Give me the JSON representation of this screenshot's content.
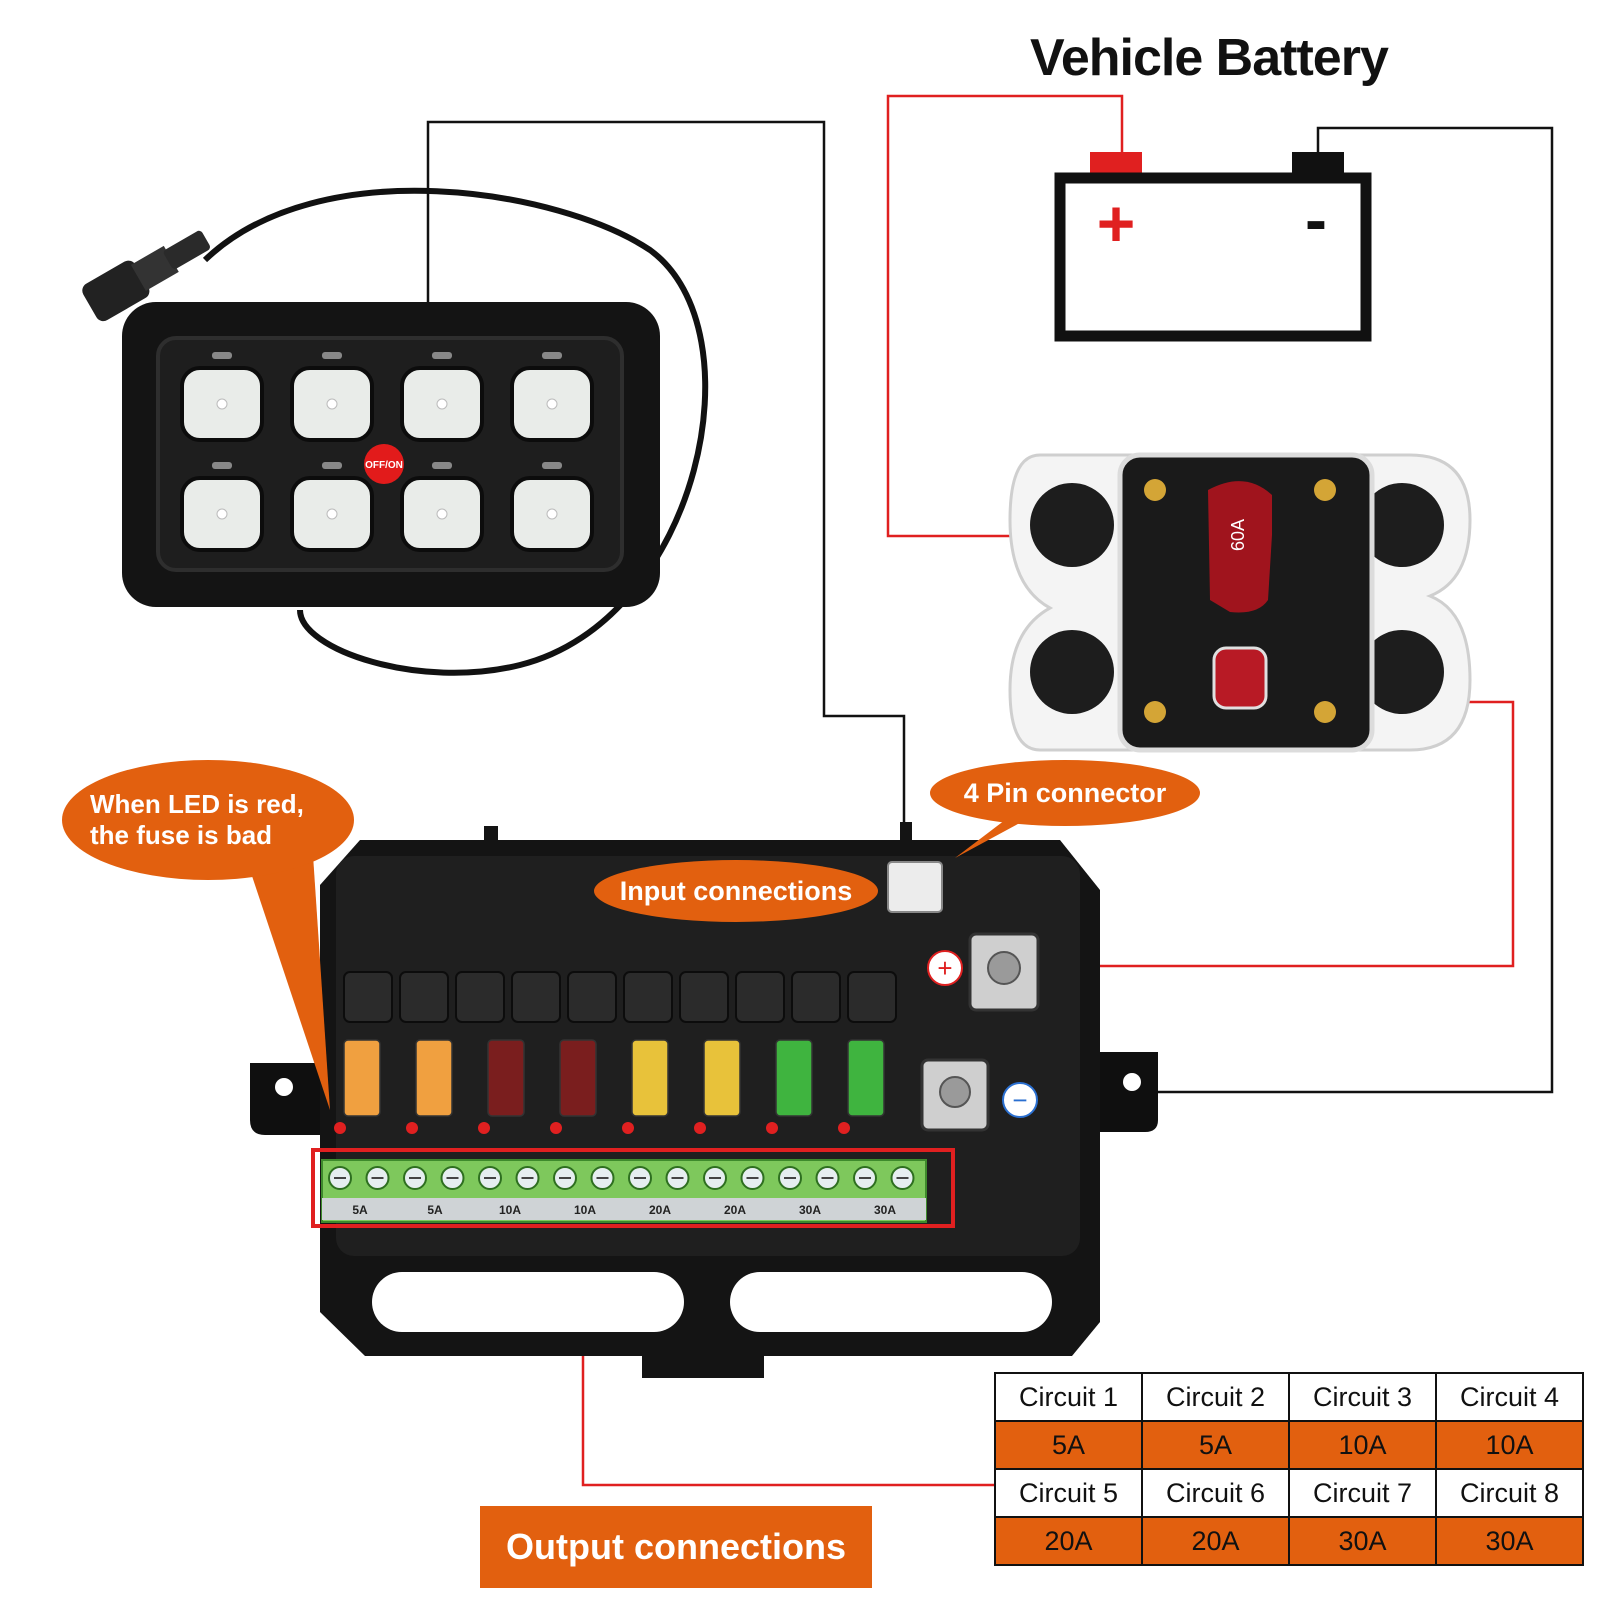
{
  "title": "Vehicle Battery",
  "battery": {
    "positive_symbol": "+",
    "negative_symbol": "-"
  },
  "breaker": {
    "rating": "60A"
  },
  "switch_panel": {
    "center_badge": "OFF/ON"
  },
  "callouts": {
    "led_warning": [
      "When LED is red,",
      "the fuse is bad"
    ],
    "pin_connector": "4 Pin connector",
    "input": "Input connections",
    "output": "Output connections"
  },
  "terminals": {
    "positive": "+",
    "negative": "−"
  },
  "fuse_labels": [
    "5A",
    "5A",
    "10A",
    "10A",
    "20A",
    "20A",
    "30A",
    "30A"
  ],
  "circuits": [
    {
      "name": "Circuit 1",
      "rating": "5A"
    },
    {
      "name": "Circuit 2",
      "rating": "5A"
    },
    {
      "name": "Circuit 3",
      "rating": "10A"
    },
    {
      "name": "Circuit 4",
      "rating": "10A"
    },
    {
      "name": "Circuit 5",
      "rating": "20A"
    },
    {
      "name": "Circuit 6",
      "rating": "20A"
    },
    {
      "name": "Circuit 7",
      "rating": "30A"
    },
    {
      "name": "Circuit 8",
      "rating": "30A"
    }
  ],
  "colors": {
    "accent": "#e2600f",
    "wire_positive": "#e02020",
    "wire_signal": "#111111",
    "fuse_5A": "#f0a040",
    "fuse_10A": "#7a1e1e",
    "fuse_20A": "#e8c23a",
    "fuse_30A": "#3fb43f"
  }
}
